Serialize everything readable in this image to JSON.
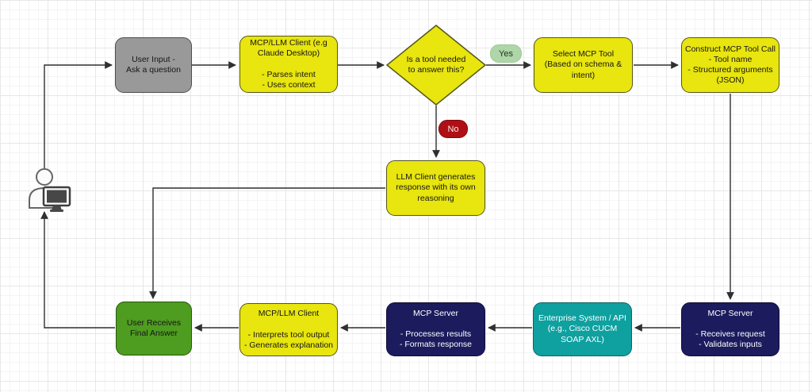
{
  "diagram": {
    "title": "MCP / LLM tool-use flowchart",
    "nodes": {
      "user_input": {
        "label": "User Input -\nAsk a question"
      },
      "mcp_llm_client_top": {
        "label": "MCP/LLM Client (e.g\nClaude Desktop)\n\n- Parses intent\n- Uses context"
      },
      "decision": {
        "label": "Is a tool needed\nto answer this?"
      },
      "select_tool": {
        "label": "Select MCP Tool\n(Based on schema &\nintent)"
      },
      "construct_call": {
        "label": "Construct MCP Tool Call\n- Tool name\n- Structured arguments\n(JSON)"
      },
      "llm_reasoning": {
        "label": "LLM Client generates\nresponse with its own\nreasoning"
      },
      "user_receives": {
        "label": "User Receives\nFinal Answer"
      },
      "mcp_llm_client_bottom": {
        "label": "MCP/LLM Client\n\n- Interprets tool output\n- Generates explanation"
      },
      "mcp_server_processes": {
        "label": "MCP Server\n\n- Processes results\n- Formats response"
      },
      "enterprise_system": {
        "label": "Enterprise System / API\n(e.g., Cisco CUCM\nSOAP AXL)"
      },
      "mcp_server_receives": {
        "label": "MCP Server\n\n- Receives request\n- Validates inputs"
      }
    },
    "edge_labels": {
      "yes": "Yes",
      "no": "No"
    },
    "colors": {
      "process_yellow": "#e8e50f",
      "user_gray": "#999999",
      "result_green": "#4e9c20",
      "server_navy": "#1b1b5e",
      "enterprise_teal": "#0fa0a0",
      "yes_pill_green": "#aed6a8",
      "no_pill_red": "#ae1016",
      "connector_black": "#2f2f2f"
    }
  }
}
